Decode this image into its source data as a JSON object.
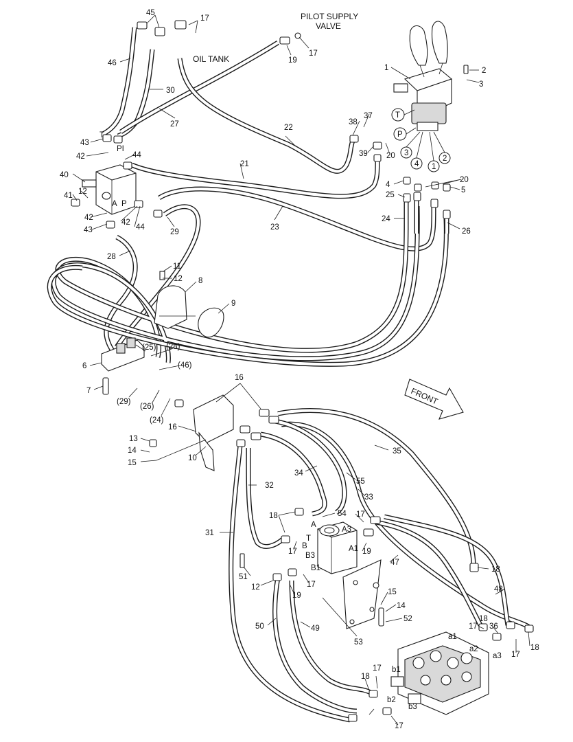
{
  "headings": {
    "pilot_supply_line1": "PILOT SUPPLY",
    "pilot_supply_line2": "VALVE",
    "oil_tank": "OIL TANK",
    "front_arrow": "FRONT"
  },
  "port_letters": {
    "T": "T",
    "PI": "PI",
    "A": "A",
    "P": "P",
    "A_mid": "A",
    "B_mid": "B",
    "A3": "A3",
    "A1": "A1",
    "B3": "B3",
    "B1": "B1",
    "T_mid": "T",
    "a1": "a1",
    "a2": "a2",
    "a3": "a3",
    "b1": "b1",
    "b2": "b2",
    "b3": "b3"
  },
  "circled_ports": {
    "T": "T",
    "P": "P",
    "n3": "3",
    "n4": "4",
    "n1": "1",
    "n2": "2"
  },
  "callouts": {
    "c45": "45",
    "c17a": "17",
    "c17b": "17",
    "c46": "46",
    "c30": "30",
    "c19a": "19",
    "c1": "1",
    "c2": "2",
    "c3": "3",
    "c27": "27",
    "c22": "22",
    "c38": "38",
    "c37": "37",
    "c43a": "43",
    "c42a": "42",
    "c44a": "44",
    "c39": "39",
    "c20a": "20",
    "c21": "21",
    "c40": "40",
    "c12a": "12",
    "c41": "41",
    "c42b": "42",
    "c43b": "43",
    "c42c": "42",
    "c44b": "44",
    "c29": "29",
    "c23": "23",
    "c4": "4",
    "c20b": "20",
    "c5": "5",
    "c25": "25",
    "c24": "24",
    "c26": "26",
    "c28": "28",
    "c11": "11",
    "c12b": "12",
    "c8": "8",
    "c9": "9",
    "c25p": "(25)",
    "c28p": "(28)",
    "c46p": "(46)",
    "c6": "6",
    "c7": "7",
    "c29p": "(29)",
    "c26p": "(26)",
    "c24p": "(24)",
    "c16a": "16",
    "c16b": "16",
    "c13": "13",
    "c14a": "14",
    "c15a": "15",
    "c10": "10",
    "c35": "35",
    "c34": "34",
    "c55": "55",
    "c32": "32",
    "c33": "33",
    "c31": "31",
    "c18a": "18",
    "c54": "54",
    "c17c": "17",
    "c17d": "17",
    "c19b": "19",
    "c47": "47",
    "c51": "51",
    "c12c": "12",
    "c17e": "17",
    "c19c": "19",
    "c18b": "18",
    "c15b": "15",
    "c14b": "14",
    "c52": "52",
    "c48": "48",
    "c53": "53",
    "c50": "50",
    "c49": "49",
    "c17f": "17",
    "c18c": "18",
    "c36": "36",
    "c18d": "18",
    "c17g": "17",
    "c18e": "18",
    "c17h": "17",
    "c17i": "17"
  }
}
